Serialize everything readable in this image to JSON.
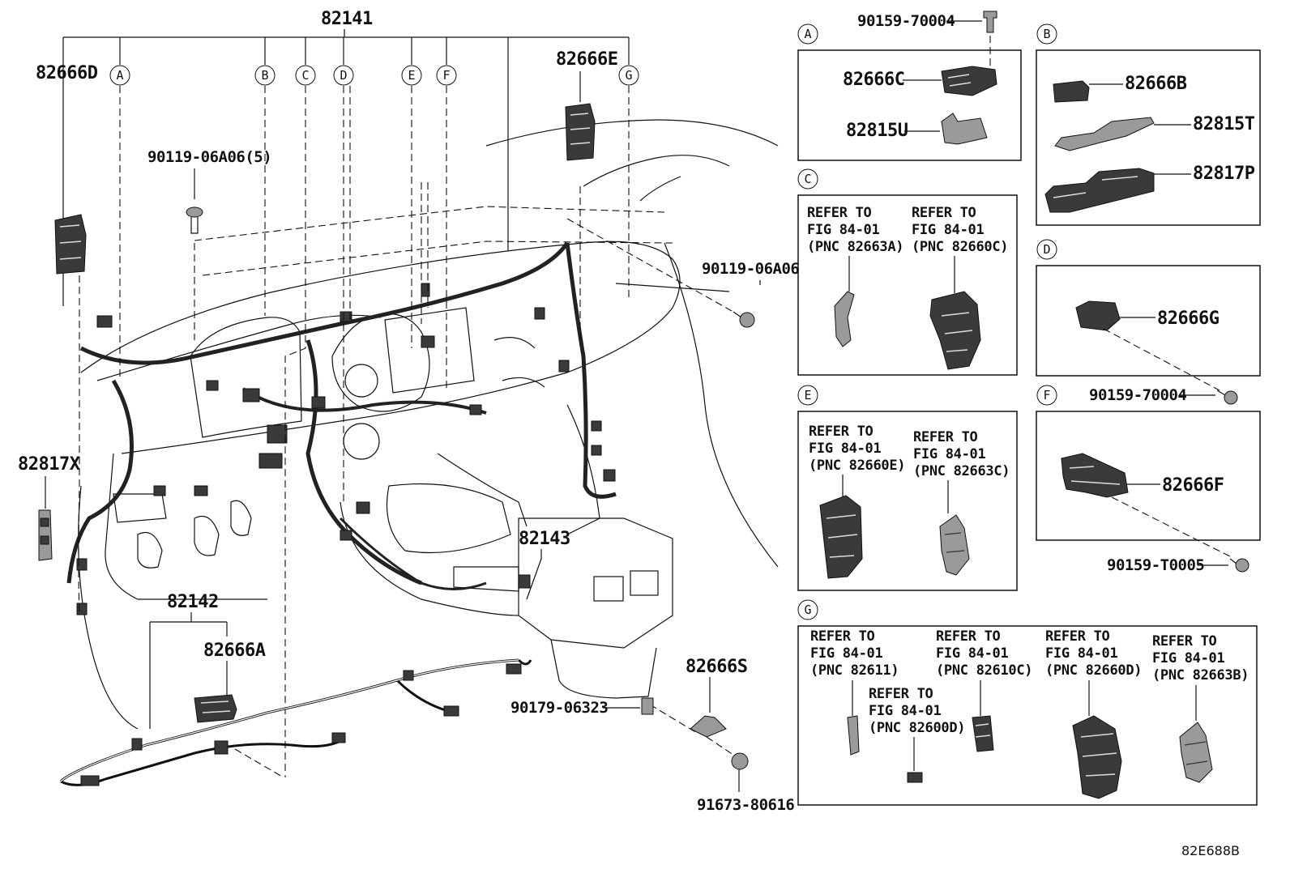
{
  "main": {
    "harness_82141": "82141",
    "circles": [
      "A",
      "B",
      "C",
      "D",
      "E",
      "F",
      "G"
    ],
    "p82666D": "82666D",
    "p82666E": "82666E",
    "p90119_06A06_5": "90119-06A06(5)",
    "p90119_06A06": "90119-06A06",
    "p82817X": "82817X",
    "p82142": "82142",
    "p82666A": "82666A",
    "p82143": "82143",
    "p82666S": "82666S",
    "p90179_06323": "90179-06323",
    "p91673_80616": "91673-80616"
  },
  "detail_A": {
    "label": "A",
    "top_part": "90159-70004",
    "parts": [
      "82666C",
      "82815U"
    ]
  },
  "detail_B": {
    "label": "B",
    "parts": [
      "82666B",
      "82815T",
      "82817P"
    ]
  },
  "detail_C": {
    "label": "C",
    "refs": [
      [
        "REFER TO",
        "FIG 84-01",
        "(PNC 82663A)"
      ],
      [
        "REFER TO",
        "FIG 84-01",
        "(PNC 82660C)"
      ]
    ]
  },
  "detail_D": {
    "label": "D",
    "parts": [
      "82666G"
    ],
    "screw": "90159-70004"
  },
  "detail_E": {
    "label": "E",
    "refs": [
      [
        "REFER TO",
        "FIG 84-01",
        "(PNC 82660E)"
      ],
      [
        "REFER TO",
        "FIG 84-01",
        "(PNC 82663C)"
      ]
    ]
  },
  "detail_F": {
    "label": "F",
    "parts": [
      "82666F"
    ],
    "screw": "90159-T0005"
  },
  "detail_G": {
    "label": "G",
    "refs": [
      [
        "REFER TO",
        "FIG 84-01",
        "(PNC 82611)"
      ],
      [
        "REFER TO",
        "FIG 84-01",
        "(PNC 82610C)"
      ],
      [
        "REFER TO",
        "FIG 84-01",
        "(PNC 82660D)"
      ],
      [
        "REFER TO",
        "FIG 84-01",
        "(PNC 82663B)"
      ],
      [
        "REFER TO",
        "FIG 84-01",
        "(PNC 82600D)"
      ]
    ]
  },
  "figure_code": "82E688B"
}
